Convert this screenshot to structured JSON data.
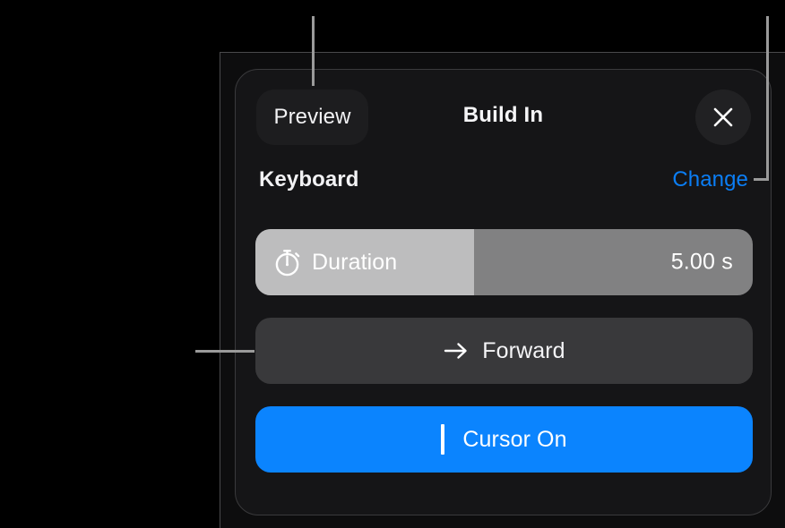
{
  "annotations": {
    "callout_line_color": "#9a9a9a",
    "lines": [
      {
        "name": "callout-to-preview-button",
        "orientation": "vertical"
      },
      {
        "name": "callout-to-change-link",
        "orientation": "vertical-elbow"
      },
      {
        "name": "callout-to-option-row",
        "orientation": "horizontal"
      }
    ]
  },
  "panel": {
    "header": {
      "preview_label": "Preview",
      "title": "Build In",
      "close_icon": "close-x-icon"
    },
    "subheader": {
      "effect_name": "Keyboard",
      "change_label": "Change",
      "change_color": "#0b7ef5"
    },
    "options": {
      "duration": {
        "icon": "stopwatch-icon",
        "label": "Duration",
        "value": "5.00 s",
        "fill_percent": 44,
        "fill_color": "#bdbdbe",
        "track_color": "#818182"
      },
      "direction": {
        "icon": "arrow-right-icon",
        "label": "Forward",
        "background_color": "#39393b"
      },
      "cursor": {
        "icon": "text-cursor-beam-icon",
        "label": "Cursor On",
        "background_color": "#0b84fe"
      }
    }
  }
}
